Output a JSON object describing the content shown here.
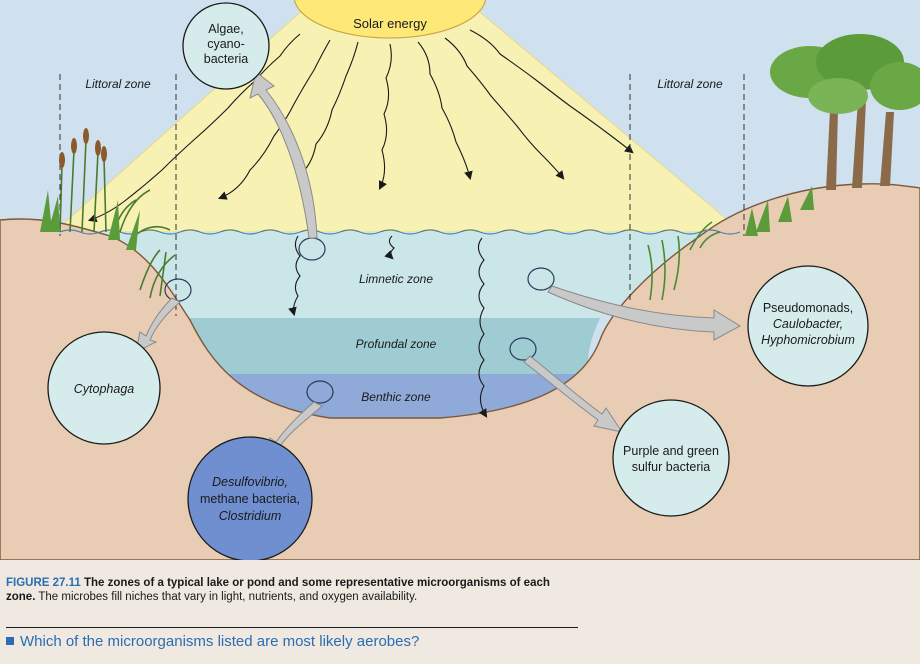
{
  "sun": {
    "label": "Solar energy"
  },
  "zones": {
    "littoral_left": "Littoral zone",
    "littoral_right": "Littoral zone",
    "limnetic": "Limnetic zone",
    "profundal": "Profundal zone",
    "benthic": "Benthic zone"
  },
  "bubbles": {
    "algae": [
      "Algae,",
      "cyano-",
      "bacteria"
    ],
    "cytophaga": [
      "Cytophaga"
    ],
    "pseudomonads": [
      "Pseudomonads,",
      "Caulobacter,",
      "Hyphomicrobium"
    ],
    "purple": [
      "Purple and green",
      "sulfur bacteria"
    ],
    "desulfovibrio": [
      "Desulfovibrio,",
      "methane bacteria,",
      "Clostridium"
    ]
  },
  "caption": {
    "figure_number": "FIGURE 27.11",
    "title": "The zones of a typical lake or pond and some representative microorganisms of each zone.",
    "body": "The microbes fill niches that vary in light, nutrients, and oxygen availability."
  },
  "question": "Which of the microorganisms listed are most likely aerobes?",
  "colors": {
    "sky": "#cfe0ef",
    "sunlight": "#f8f1b4",
    "sun": "#fde878",
    "soil": "#e8cdb4",
    "limnetic_water": "#cbe6e8",
    "profundal_water": "#9fcbd3",
    "benthic_water": "#8fa9d8",
    "bubble_fill": "#d6ecec",
    "bubble_dark": "#6f8fd0",
    "accent_blue": "#2a6db0"
  }
}
